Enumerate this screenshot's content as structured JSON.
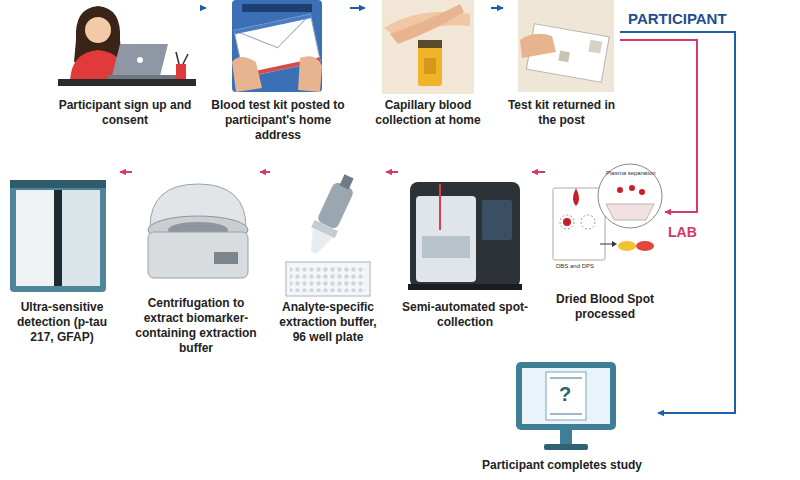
{
  "diagram": {
    "nodes": [
      {
        "text": [
          "Participant sign up and consent"
        ]
      },
      {
        "text": [
          "Blood test kit posted to participant's home address"
        ]
      },
      {
        "text": [
          "Capillary blood collection at home"
        ]
      },
      {
        "text": [
          "Test kit returned in the post"
        ]
      },
      {
        "text": [
          "Dried Blood Spot processed"
        ]
      },
      {
        "text": [
          "Semi-automated spot-collection"
        ]
      },
      {
        "text": [
          "Analyte-specific extraction buffer, 96 well plate"
        ]
      },
      {
        "text": [
          "Centrifugation to extract biomarker-containing extraction buffer"
        ]
      },
      {
        "text": [
          "Ultra-sensitive detection (p-tau 217, GFAP)"
        ]
      },
      {
        "text": [
          "Participant completes study"
        ]
      }
    ],
    "edges": [
      {
        "from": 0,
        "to": 1,
        "arrow": "to"
      },
      {
        "from": 1,
        "to": 2,
        "arrow": "to"
      },
      {
        "from": 2,
        "to": 3,
        "arrow": "to"
      },
      {
        "from": 3,
        "to": 4,
        "arrow": "to"
      },
      {
        "from": 3,
        "to": 9,
        "arrow": "to"
      },
      {
        "from": 4,
        "to": 5,
        "arrow": "to"
      },
      {
        "from": 5,
        "to": 6,
        "arrow": "to"
      },
      {
        "from": 6,
        "to": 7,
        "arrow": "to"
      },
      {
        "from": 7,
        "to": 8,
        "arrow": "to"
      }
    ],
    "labels": [
      "PARTICIPANT",
      "LAB",
      "Plasma separation",
      "DBS and DPS",
      "?"
    ]
  }
}
